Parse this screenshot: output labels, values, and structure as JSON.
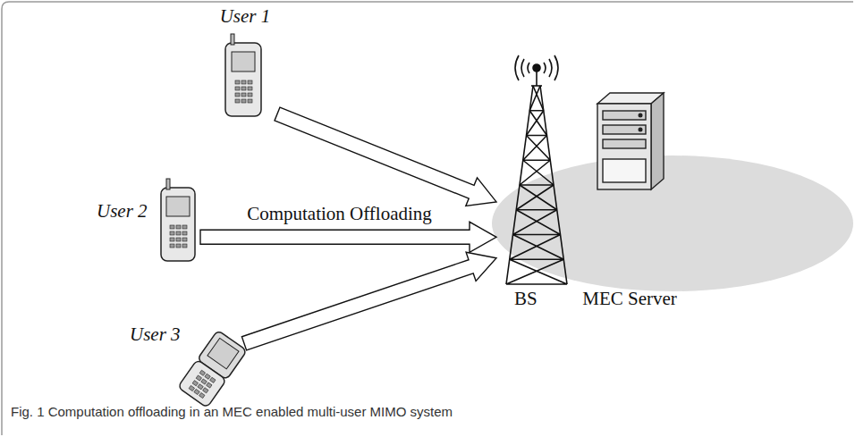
{
  "diagram": {
    "caption": "Fig. 1 Computation offloading in an MEC enabled multi-user MIMO system",
    "nodes": [
      {
        "text": [
          "User 1"
        ]
      },
      {
        "text": [
          "User 2"
        ]
      },
      {
        "text": [
          "User 3"
        ]
      },
      {
        "text": [
          "BS"
        ]
      },
      {
        "text": [
          "MEC Server"
        ]
      }
    ],
    "edges": [
      {
        "from": 0,
        "to": 3,
        "arrow": "to"
      },
      {
        "from": 1,
        "to": 3,
        "label": "Computation Offloading",
        "arrow": "to"
      },
      {
        "from": 2,
        "to": 3,
        "arrow": "to"
      }
    ]
  }
}
